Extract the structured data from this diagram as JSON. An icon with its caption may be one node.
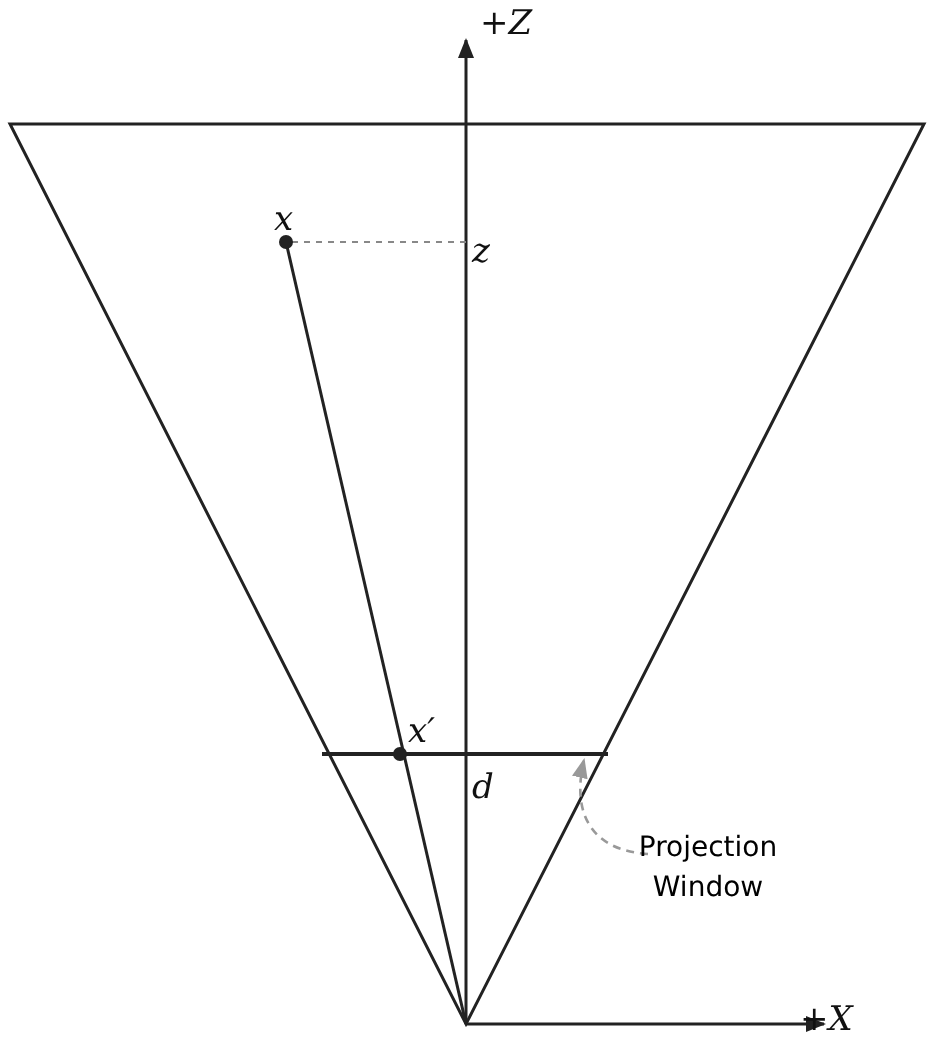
{
  "diagram": {
    "nodes": [
      {
        "text": [
          "Projection Window"
        ]
      },
      {
        "text": [],
        "shape": "bar"
      }
    ],
    "edges": [
      {
        "from": 0,
        "to": 1,
        "arrow": "to",
        "style": "dashed",
        "color": "#999999"
      }
    ],
    "labels": [
      "+Z",
      "x",
      "z",
      "x′",
      "d",
      "+X"
    ]
  }
}
